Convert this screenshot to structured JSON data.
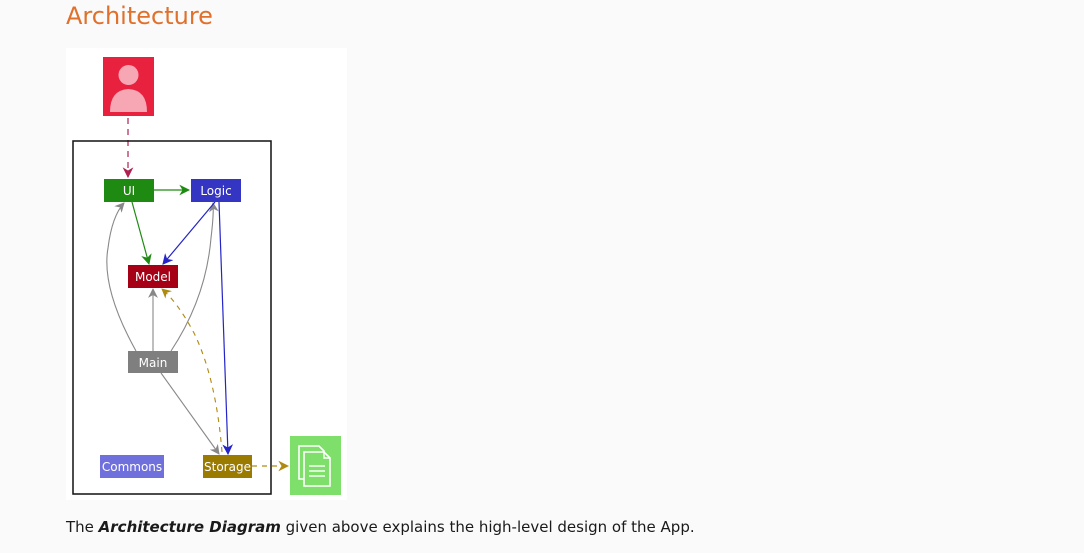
{
  "section": {
    "title": "Architecture"
  },
  "diagram": {
    "components": {
      "ui": "UI",
      "logic": "Logic",
      "model": "Model",
      "main": "Main",
      "commons": "Commons",
      "storage": "Storage"
    },
    "colors": {
      "ui": "#1f8a12",
      "logic": "#3535c4",
      "model": "#a50015",
      "main": "#7f7f7f",
      "commons": "#7070dd",
      "storage": "#9b7a00",
      "user": "#e8213f",
      "file": "#7ee06a"
    },
    "icons": [
      "user-icon",
      "document-icon"
    ]
  },
  "caption": {
    "prefix": "The ",
    "emphasis": "Architecture Diagram",
    "suffix": " given above explains the high-level design of the App."
  }
}
